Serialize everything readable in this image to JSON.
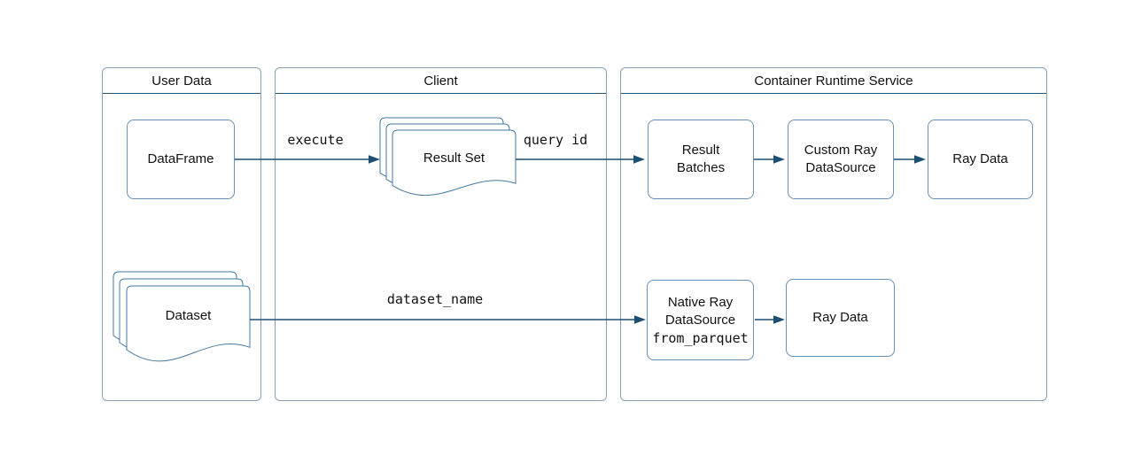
{
  "containers": {
    "user_data": {
      "title": "User Data"
    },
    "client": {
      "title": "Client"
    },
    "crs": {
      "title": "Container Runtime Service"
    }
  },
  "nodes": {
    "dataframe": {
      "label": "DataFrame"
    },
    "result_set": {
      "label": "Result Set"
    },
    "result_batches": {
      "label": "Result\nBatches"
    },
    "custom_ray": {
      "label": "Custom Ray\nDataSource"
    },
    "ray_data_top": {
      "label": "Ray Data"
    },
    "dataset": {
      "label": "Dataset"
    },
    "native_ray": {
      "label": "Native Ray\nDataSource",
      "code_label": "from_parquet"
    },
    "ray_data_bottom": {
      "label": "Ray Data"
    }
  },
  "edges": {
    "execute": {
      "label": "execute"
    },
    "query_id": {
      "label": "query id"
    },
    "dataset_name": {
      "label": "dataset_name"
    }
  },
  "colors": {
    "container_border": "#87a1b4",
    "box_border": "#6691b4",
    "doc_stroke": "#4379a1",
    "arrow": "#1d4f73",
    "divider": "#26567a",
    "text": "#111111",
    "background": "#ffffff"
  }
}
